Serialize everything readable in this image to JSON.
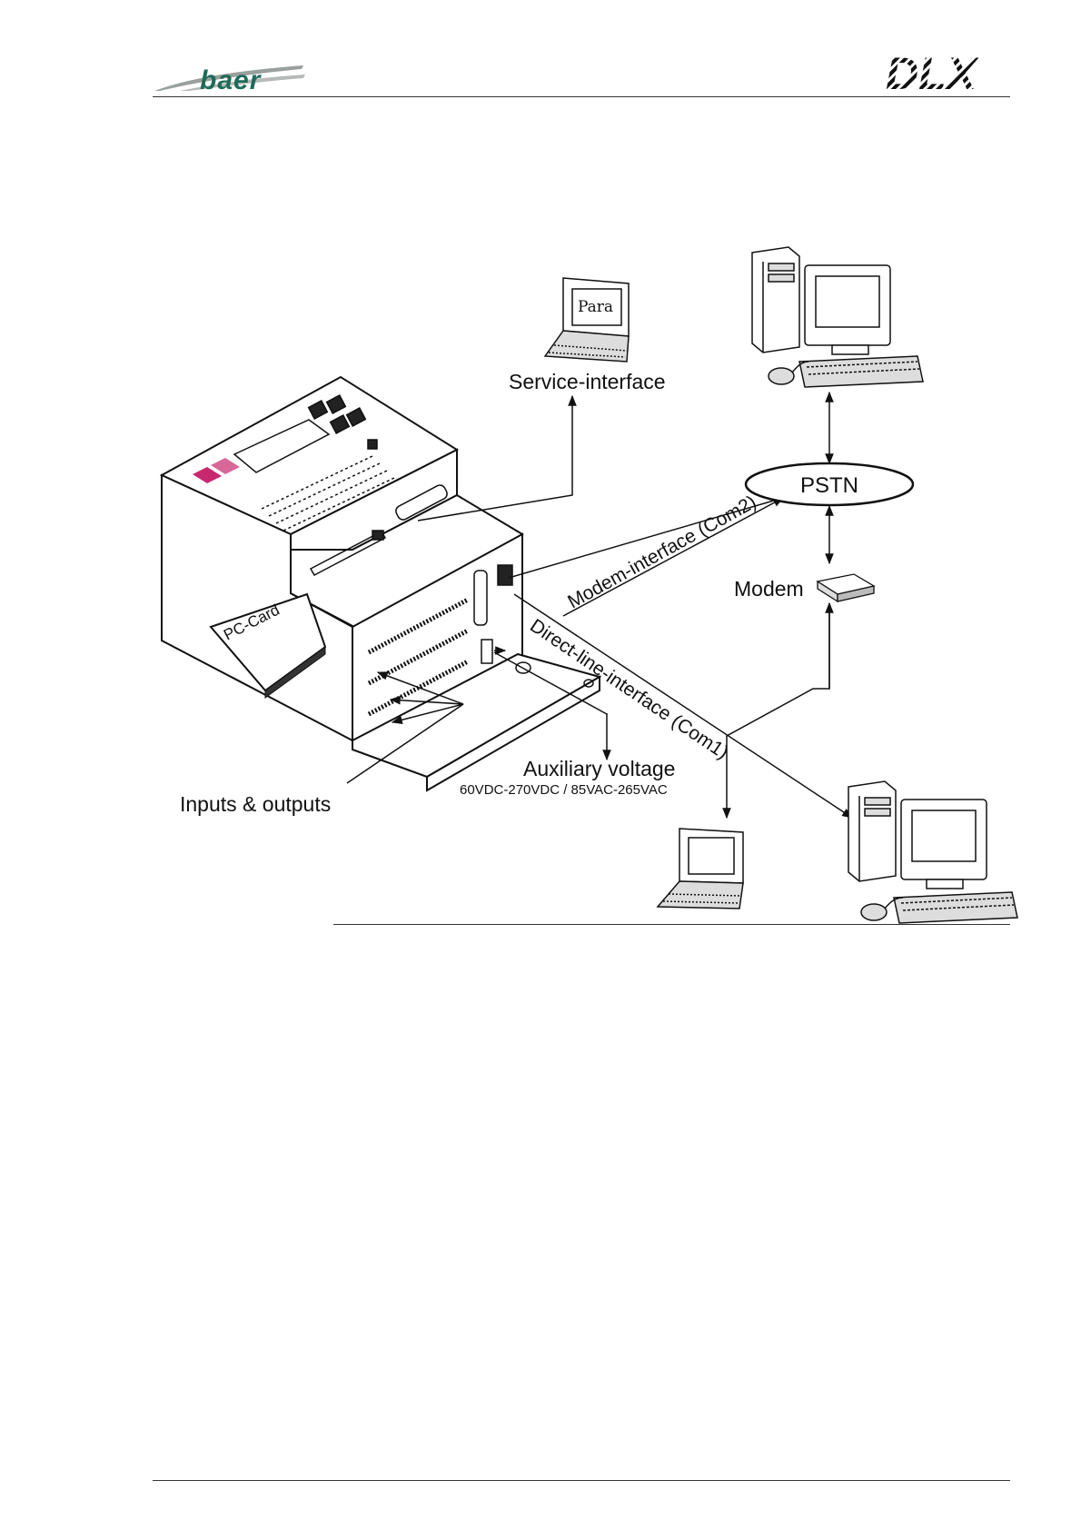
{
  "header": {
    "brand_left": "baer",
    "brand_right": "DLX"
  },
  "diagram": {
    "labels": {
      "service": "Service-interface",
      "pstn": "PSTN",
      "modem_if": "Modem-interface (Com2)",
      "modem": "Modem",
      "direct_if": "Direct-line-interface (Com1)",
      "aux": "Auxiliary voltage",
      "aux_range": "60VDC-270VDC / 85VAC-265VAC",
      "io": "Inputs & outputs",
      "pccard": "PC-Card",
      "laptop_screen": "Para"
    }
  },
  "colors": {
    "baer_green": "#1f6b5a",
    "baer_grey": "#9aa09c",
    "line": "#111111",
    "accent_magenta": "#c8286e"
  }
}
